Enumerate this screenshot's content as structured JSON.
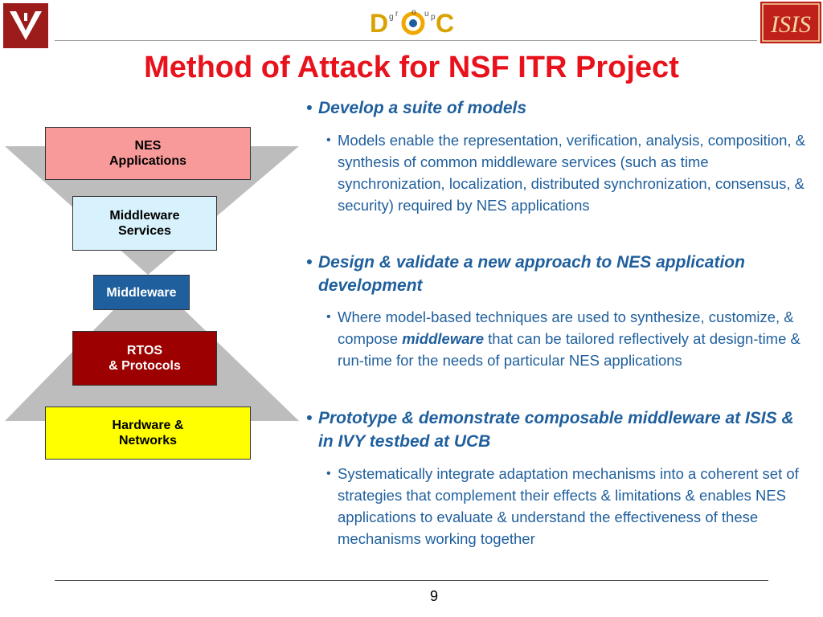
{
  "header": {
    "title": "Method of Attack for NSF ITR Project",
    "logos": {
      "left": "vanderbilt-logo",
      "center": "doc-group-logo",
      "right": "isis-logo"
    },
    "colors": {
      "title": "#e8121c",
      "text_blue": "#1f5f9d"
    }
  },
  "diagram": {
    "layers": [
      {
        "label": "NES\nApplications",
        "fill": "#f99a9a"
      },
      {
        "label": "Middleware\nServices",
        "fill": "#d7f2fc"
      },
      {
        "label": "Middleware",
        "fill": "#1f5f9d"
      },
      {
        "label": "RTOS\n& Protocols",
        "fill": "#9c0000"
      },
      {
        "label": "Hardware &\nNetworks",
        "fill": "#ffff00"
      }
    ]
  },
  "bullets": [
    {
      "heading": "Develop a suite of models",
      "detail": "Models enable the representation, verification, analysis, composition, & synthesis of common middleware services (such as time synchronization, localization, distributed synchronization, consensus, & security) required by NES applications"
    },
    {
      "heading": "Design & validate a new approach to NES application development",
      "detail_before": "Where model-based techniques are used to synthesize, customize, & compose ",
      "detail_emphasis": "middleware",
      "detail_after": " that can be tailored reflectively at design-time & run-time for the needs of particular NES applications"
    },
    {
      "heading": "Prototype & demonstrate composable middleware at ISIS & in IVY testbed at UCB",
      "detail": "Systematically integrate adaptation mechanisms into a coherent set of strategies that complement their effects & limitations & enables NES applications to evaluate & understand the effectiveness of these mechanisms working together"
    }
  ],
  "footer": {
    "page_number": "9"
  }
}
